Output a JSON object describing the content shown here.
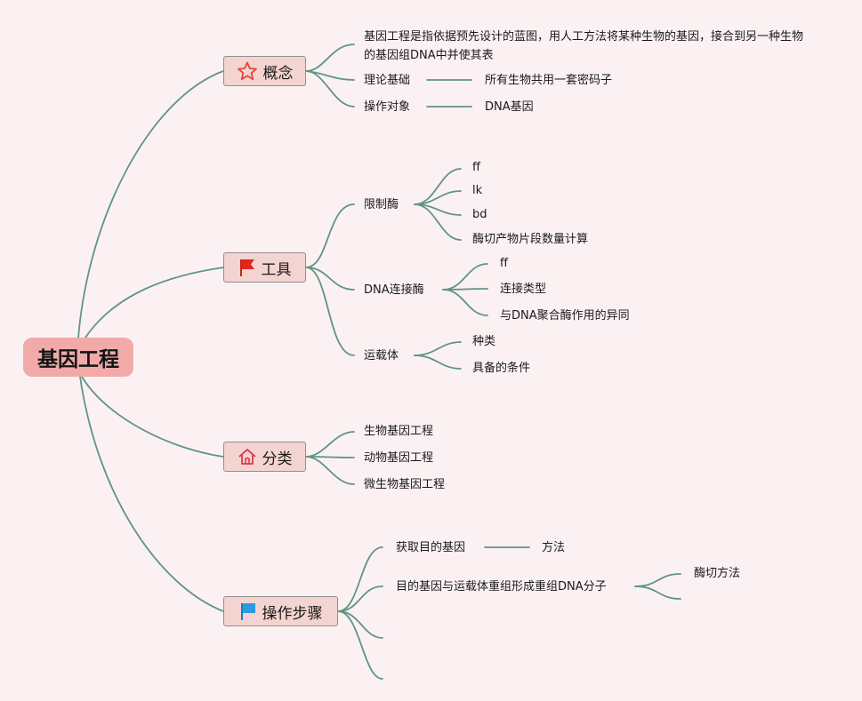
{
  "root": "基因工程",
  "topics": {
    "concept": {
      "label": "概念",
      "icon": "star-icon",
      "definition": "基因工程是指依据预先设计的蓝图，用人工方法将某种生物的基因，接合到另一种生物的基因组DNA中并使其表",
      "theory": "理论基础",
      "theory_detail": "所有生物共用一套密码子",
      "object": "操作对象",
      "object_detail": "DNA基因"
    },
    "tools": {
      "label": "工具",
      "icon": "red-flag-icon",
      "restriction": "限制酶",
      "restriction_items": [
        "ff",
        "lk",
        "bd",
        "酶切产物片段数量计算"
      ],
      "ligase": "DNA连接酶",
      "ligase_items": [
        "ff",
        "连接类型",
        "与DNA聚合酶作用的异同"
      ],
      "vector": "运载体",
      "vector_items": [
        "种类",
        "具备的条件"
      ]
    },
    "category": {
      "label": "分类",
      "icon": "house-icon",
      "items": [
        "生物基因工程",
        "动物基因工程",
        "微生物基因工程"
      ]
    },
    "steps": {
      "label": "操作步骤",
      "icon": "blue-flag-icon",
      "obtain": "获取目的基因",
      "obtain_detail": "方法",
      "recombine": "目的基因与运载体重组形成重组DNA分子",
      "recombine_detail": "酶切方法"
    }
  },
  "colors": {
    "background": "#fbf1f3",
    "line": "#5f9585",
    "root_fill": "#f2aaa9",
    "topic_fill": "#f4d4d0"
  }
}
